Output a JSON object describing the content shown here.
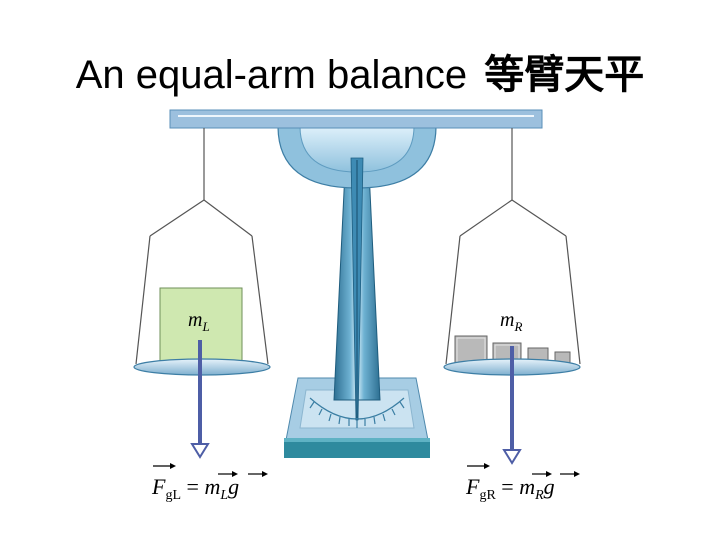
{
  "slide": {
    "title_en": "An equal-arm balance",
    "title_zh": "等臂天平"
  },
  "labels": {
    "left_mass": {
      "symbol": "m",
      "subscript": "L"
    },
    "right_mass": {
      "symbol": "m",
      "subscript": "R"
    }
  },
  "equations": {
    "left": {
      "lhs": "F",
      "lhs_sub": "gL",
      "eq": " = ",
      "m": "m",
      "m_sub": "L",
      "g": "g"
    },
    "right": {
      "lhs": "F",
      "lhs_sub": "gR",
      "eq": " = ",
      "m": "m",
      "m_sub": "R",
      "g": "g"
    }
  },
  "colors": {
    "beam": "#9fbfdc",
    "stand": "#2f7fa3",
    "base_dark": "#2a8a9a",
    "block": "#cfe8b0",
    "weights": "#b8b8b8",
    "arrow": "#4e5ea6"
  }
}
